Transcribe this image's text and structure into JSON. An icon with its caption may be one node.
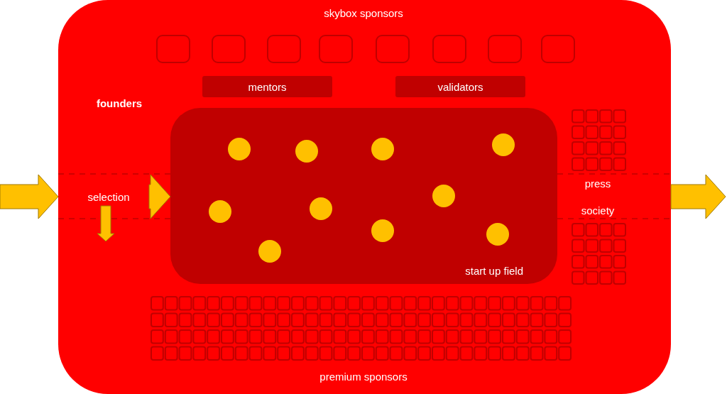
{
  "diagram": {
    "nodes": [
      {
        "text": [],
        "shape": "box"
      },
      {
        "text": [
          "mentors"
        ],
        "in": 0
      },
      {
        "text": [
          "validators"
        ],
        "in": 0
      },
      {
        "text": [
          "start up field"
        ],
        "in": 0
      },
      {
        "text": [
          "selection"
        ],
        "in": 0
      }
    ],
    "edges": [
      {
        "from": null,
        "to": 0,
        "arrow": "to"
      },
      {
        "from": 0,
        "to": null,
        "arrow": "to"
      },
      {
        "from": 4,
        "to": 3,
        "arrow": "to"
      },
      {
        "from": 4,
        "to": null,
        "arrow": "to"
      }
    ],
    "labels": [
      "skybox sponsors",
      "founders",
      "press",
      "society",
      "premium sponsors"
    ]
  }
}
